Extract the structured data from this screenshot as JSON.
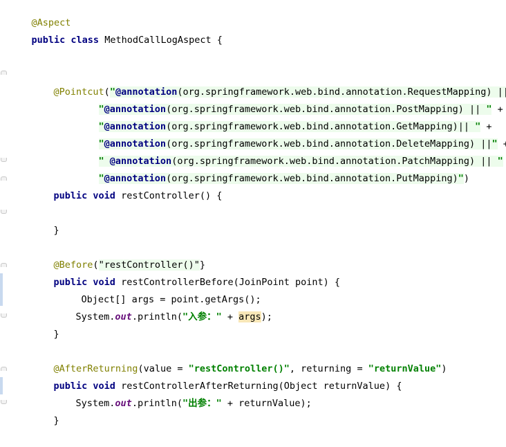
{
  "code": {
    "class_annotation": "@Aspect",
    "class_decl_kw": "public class",
    "class_name": "MethodCallLogAspect {",
    "pointcut": {
      "annotation": "@Pointcut",
      "open": "(",
      "lines": [
        {
          "q": "\"",
          "ann": "@annotation",
          "body": "(org.springframework.web.bind.annotation.RequestMapping) || ",
          "tail": "\"",
          "op": " +"
        },
        {
          "q": "\"",
          "ann": "@annotation",
          "body": "(org.springframework.web.bind.annotation.PostMapping) || ",
          "tail": "\"",
          "op": " +"
        },
        {
          "q": "\"",
          "ann": "@annotation",
          "body": "(org.springframework.web.bind.annotation.GetMapping)|| ",
          "tail": "\"",
          "op": " +"
        },
        {
          "q": "\"",
          "ann": "@annotation",
          "body": "(org.springframework.web.bind.annotation.DeleteMapping) ||",
          "tail": "\"",
          "op": " +"
        },
        {
          "q": "\" ",
          "ann": "@annotation",
          "body": "(org.springframework.web.bind.annotation.PatchMapping) || ",
          "tail": "\"",
          "op": " +"
        },
        {
          "q": "\"",
          "ann": "@annotation",
          "body": "(org.springframework.web.bind.annotation.PutMapping)",
          "tail": "\"",
          "op": ")"
        }
      ]
    },
    "rest_controller": {
      "kw": "public void",
      "sig": "restController() {",
      "close": "}"
    },
    "before": {
      "annotation": "@Before",
      "open": "(",
      "value": "\"restController()\"",
      "close": "}",
      "kw": "public void",
      "sig": "restControllerBefore(JoinPoint point) {",
      "stmt1": "Object[] args = point.getArgs();",
      "stmt2_a": "System.",
      "stmt2_field": "out",
      "stmt2_b": ".println(",
      "stmt2_str": "\"入参：\"",
      "stmt2_c": " + ",
      "stmt2_var": "args",
      "stmt2_d": ");"
    },
    "after_returning": {
      "annotation": "@AfterReturning",
      "part1": "(value = ",
      "value": "\"restController()\"",
      "part2": ", returning = ",
      "returning": "\"returnValue\"",
      "part3": ")",
      "kw": "public void",
      "sig": "restControllerAfterReturning(Object returnValue) {",
      "stmt_a": "System.",
      "stmt_field": "out",
      "stmt_b": ".println(",
      "stmt_str": "\"出参：\"",
      "stmt_c": " + returnValue);",
      "close": "}"
    }
  },
  "colors": {
    "annotation": "#808000",
    "keyword": "#000080",
    "string": "#008000",
    "field": "#660e7a",
    "injected_bg": "#edfcec",
    "highlight_bg": "#f8e7b8"
  }
}
